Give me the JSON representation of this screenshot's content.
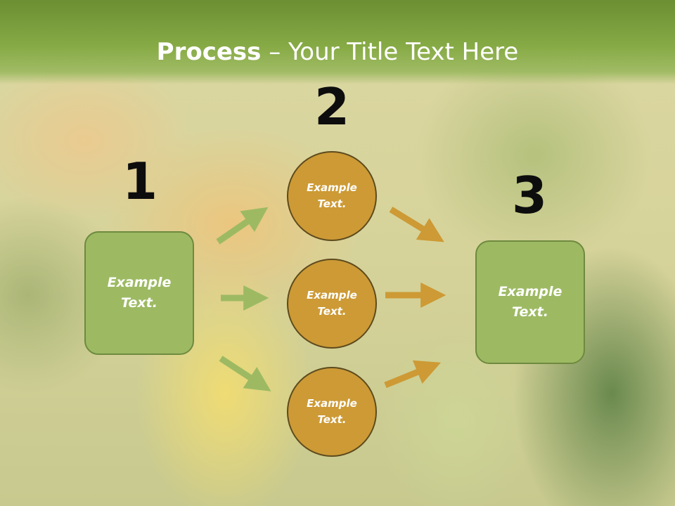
{
  "title": {
    "bold": "Process",
    "dash": " – ",
    "rest": "Your Title Text Here"
  },
  "steps": [
    {
      "number": "1",
      "text": "Example Text."
    },
    {
      "number": "2",
      "items": [
        "Example Text.",
        "Example Text.",
        "Example Text."
      ]
    },
    {
      "number": "3",
      "text": "Example Text."
    }
  ],
  "colors": {
    "title_bar": "#86aa45",
    "box_fill": "#9dba63",
    "circle_fill": "#cd9a35",
    "green_arrow": "#9dba63",
    "orange_arrow": "#cd9a35"
  }
}
